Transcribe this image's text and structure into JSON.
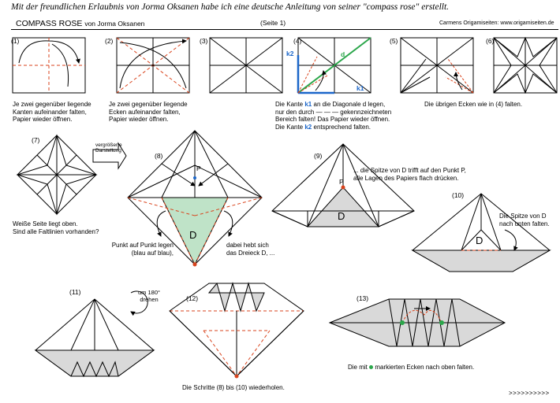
{
  "header": {
    "intro": "Mit der freundlichen Erlaubnis von Jorma Oksanen habe ich eine deutsche Anleitung von seiner \"compass rose\" erstellt.",
    "title": "COMPASS ROSE",
    "byline": "von Jorma Oksanen",
    "page": "(Seite 1)",
    "site": "Carmens Origamiseiten:  www.origamiseiten.de"
  },
  "steps": [
    {
      "num": "(1)",
      "caption": [
        "Je zwei gegenüber liegende",
        "Kanten aufeinander falten,",
        "Papier wieder öffnen."
      ]
    },
    {
      "num": "(2)",
      "caption": [
        "Je zwei gegenüber liegende",
        "Ecken aufeinander falten,",
        "Papier wieder öffnen."
      ]
    },
    {
      "num": "(3)"
    },
    {
      "num": "(4)",
      "labels": {
        "k1": "k1",
        "k2": "k2",
        "d": "d"
      },
      "caption": {
        "l1a": "Die Kante ",
        "l1k": "k1",
        "l1b": " an die Diagonale d legen,",
        "l2": "nur den durch  — — —  gekennzeichneten",
        "l3": "Bereich falten! Das Papier wieder öffnen.",
        "l4a": "Die Kante ",
        "l4k": "k2",
        "l4b": " entsprechend falten."
      }
    },
    {
      "num": "(5)"
    },
    {
      "num": "(6)",
      "caption": [
        "Die übrigen Ecken wie in (4) falten."
      ]
    },
    {
      "num": "(7)",
      "note": [
        "vergrößerte",
        "Darstellung"
      ],
      "caption": [
        "Weiße Seite liegt oben.",
        "Sind alle Faltlinien vorhanden?"
      ]
    },
    {
      "num": "(8)",
      "point": "P",
      "triangle": "D",
      "caption_left": [
        "Punkt auf Punkt legen",
        "(blau auf blau),"
      ],
      "caption_right": [
        "dabei hebt sich",
        "das Dreieck D, ..."
      ]
    },
    {
      "num": "(9)",
      "point": "P",
      "triangle": "D",
      "caption": [
        "... die Spitze von D trifft auf den Punkt P,",
        "alle Lagen des Papiers flach drücken."
      ]
    },
    {
      "num": "(10)",
      "triangle": "D",
      "caption": [
        "Die Spitze von D",
        "nach unten falten."
      ]
    },
    {
      "num": "(11)",
      "rotate": [
        "um 180°",
        "drehen"
      ]
    },
    {
      "num": "(12)",
      "caption": "Die Schritte (8) bis (10)  wiederholen."
    },
    {
      "num": "(13)",
      "caption": {
        "a": "Die mit ",
        "b": " markierten Ecken nach oben falten."
      }
    }
  ],
  "footer": {
    "next": ">>>>>>>>>>"
  },
  "colors": {
    "valley": "#d9431c",
    "blue": "#1b66c9",
    "green": "#2aa64a",
    "shade": "#d9d9d9",
    "flap": "#bfe3c8"
  }
}
